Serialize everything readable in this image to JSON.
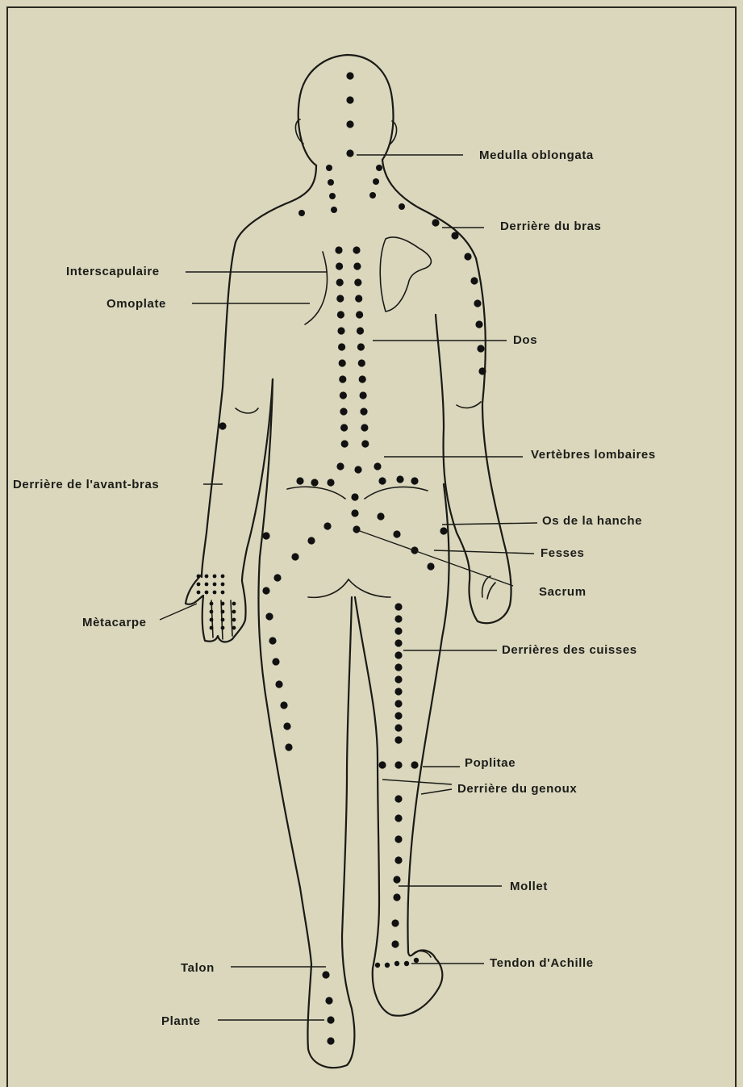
{
  "labels": {
    "medulla": "Medulla oblongata",
    "derriere_bras": "Derrière du bras",
    "interscapulaire": "Interscapulaire",
    "omoplate": "Omoplate",
    "dos": "Dos",
    "vertebres": "Vertèbres lombaires",
    "avant_bras": "Derrière de l'avant-bras",
    "hanche": "Os de la hanche",
    "fesses": "Fesses",
    "sacrum": "Sacrum",
    "metacarpe": "Mètacarpe",
    "cuisses": "Derrières des cuisses",
    "poplitae": "Poplitae",
    "genoux": "Derrière du genoux",
    "mollet": "Mollet",
    "talon": "Talon",
    "achille": "Tendon d'Achille",
    "plante": "Plante"
  }
}
